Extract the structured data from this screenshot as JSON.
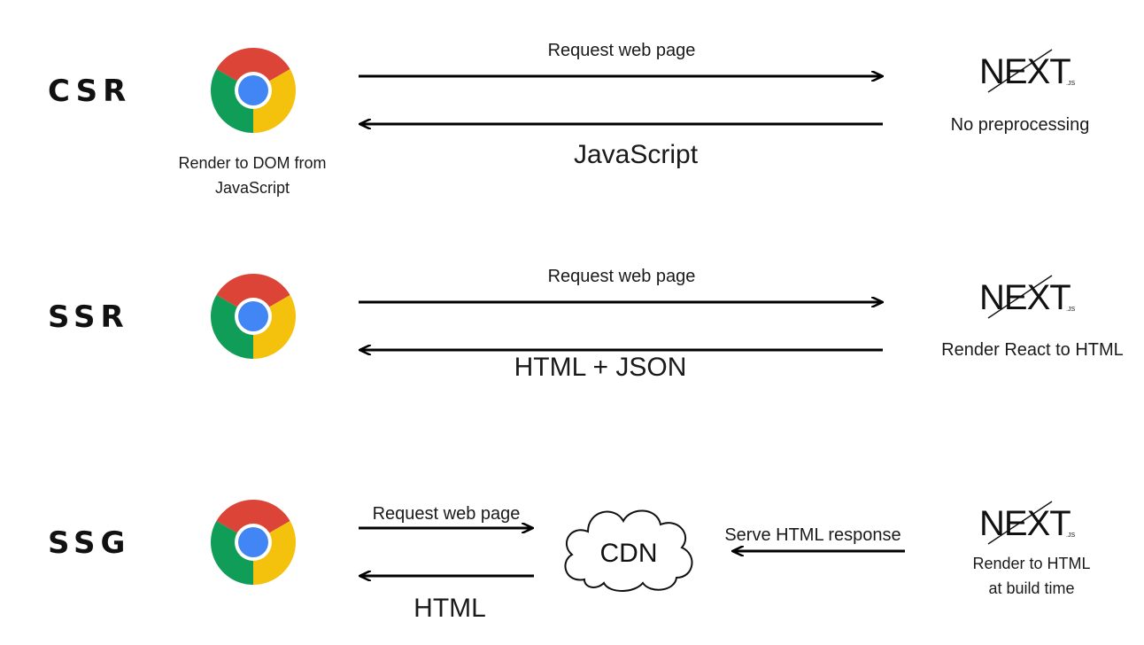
{
  "rows": {
    "csr": {
      "label": "CSR",
      "request": "Request web page",
      "response": "JavaScript",
      "client_caption": [
        "Render to DOM from",
        "JavaScript"
      ],
      "server_caption": "No preprocessing"
    },
    "ssr": {
      "label": "SSR",
      "request": "Request web page",
      "response": "HTML + JSON",
      "server_caption": "Render React to HTML"
    },
    "ssg": {
      "label": "SSG",
      "request": "Request web page",
      "response": "HTML",
      "cdn_label": "CDN",
      "serve": "Serve HTML response",
      "server_caption": [
        "Render to HTML",
        "at build time"
      ]
    }
  },
  "logo": {
    "main": "NEXT",
    "suffix": ".JS"
  },
  "icons": {
    "browser": "chrome-icon",
    "cloud": "cloud-icon"
  },
  "colors": {
    "chrome_red": "#db4437",
    "chrome_yellow": "#f4c20d",
    "chrome_green": "#0f9d58",
    "chrome_blue": "#4285f4",
    "arrow": "#000000"
  }
}
